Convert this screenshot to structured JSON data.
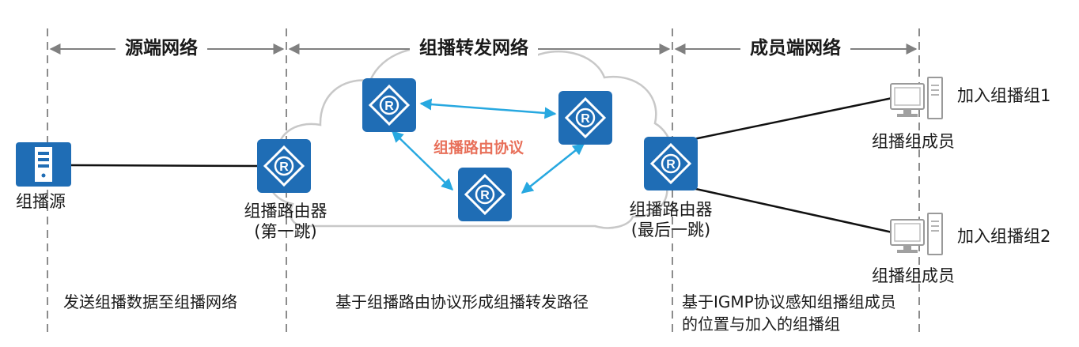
{
  "segments": {
    "source": "源端网络",
    "forwarding": "组播转发网络",
    "member": "成员端网络"
  },
  "nodes": {
    "source": "组播源",
    "first_hop": "组播路由器",
    "first_hop_note": "(第一跳)",
    "last_hop": "组播路由器",
    "last_hop_note": "(最后一跳)",
    "member1_join": "加入组播组1",
    "member1": "组播组成员",
    "member2_join": "加入组播组2",
    "member2": "组播组成员"
  },
  "protocol_label": "组播路由协议",
  "descriptions": {
    "source": "发送组播数据至组播网络",
    "forwarding": "基于组播路由协议形成组播转发路径",
    "member": "基于IGMP协议感知组播组成员的位置与加入的组播组"
  },
  "router_glyph": "R",
  "colors": {
    "router": "#1f6db5",
    "link": "#27a8e0",
    "protocol": "#e8705a",
    "cloud_stroke": "#c8c8c8"
  }
}
